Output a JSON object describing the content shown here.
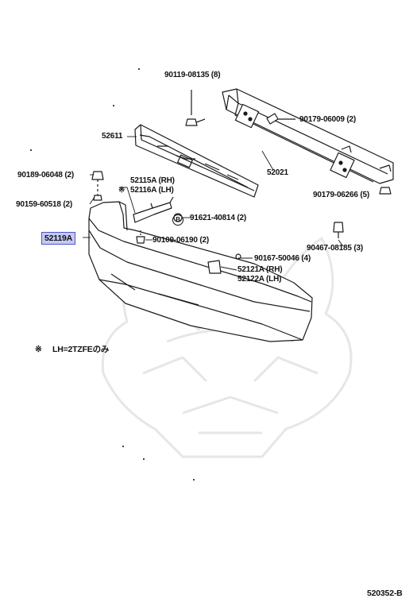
{
  "parts": {
    "p90119": "90119-08135 (8)",
    "p90179a": "90179-06009 (2)",
    "p52611": "52611",
    "p90189": "90189-06048 (2)",
    "p52115": "52115A (RH)",
    "p52116": "52116A (LH)",
    "p52021": "52021",
    "p90159": "90159-60518 (2)",
    "p91621": "91621-40814 (2)",
    "p90179b": "90179-06266 (5)",
    "p52119": "52119A",
    "p90109": "90109-06190 (2)",
    "p90467": "90467-08185 (3)",
    "p90167": "90167-50046 (4)",
    "p52121": "52121A (RH)",
    "p52122": "52122A (LH)"
  },
  "markers": {
    "asterisk": "※",
    "bolt_b": "B"
  },
  "note": {
    "mark": "※",
    "text": "LH=2TZFEのみ"
  },
  "footer_code": "520352-B",
  "highlight_color": "#c5c8f2"
}
